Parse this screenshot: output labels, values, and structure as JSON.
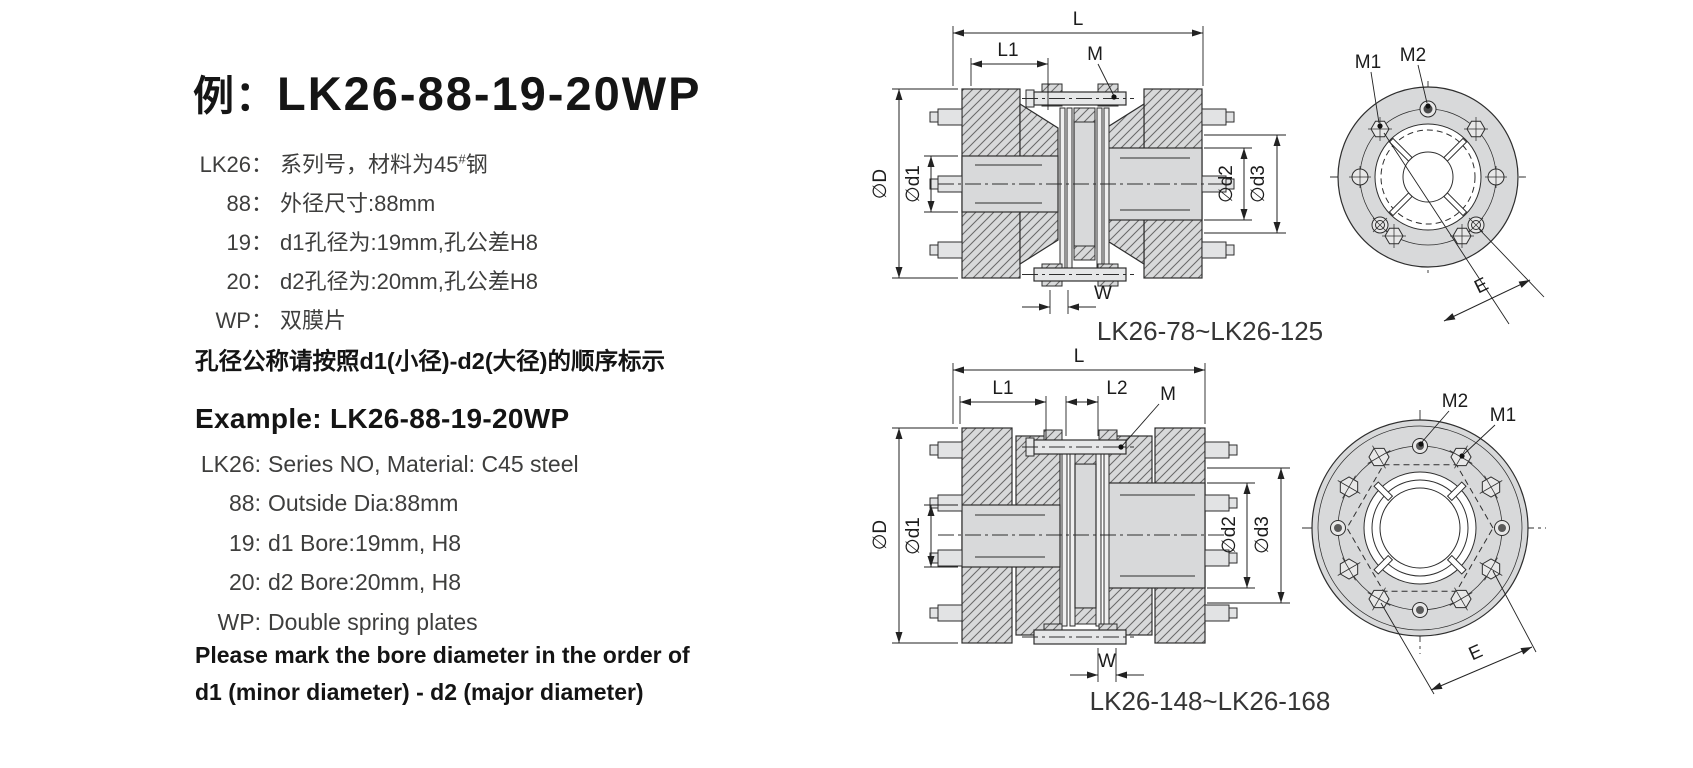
{
  "cn": {
    "title_prefix": "例：",
    "title_model": "LK26-88-19-20WP",
    "lines": [
      {
        "key": "LK26：",
        "desc_pre": "系列号，材料为45",
        "sup": "#",
        "desc_post": "钢"
      },
      {
        "key": "88：",
        "desc": "外径尺寸:88mm"
      },
      {
        "key": "19：",
        "desc": "d1孔径为:19mm,孔公差H8"
      },
      {
        "key": "20：",
        "desc": "d2孔径为:20mm,孔公差H8"
      },
      {
        "key": "WP：",
        "desc": "双膜片"
      }
    ],
    "note": "孔径公称请按照d1(小径)-d2(大径)的顺序标示"
  },
  "en": {
    "title": "Example: LK26-88-19-20WP",
    "lines": [
      {
        "key": "LK26:",
        "desc": "Series NO, Material: C45 steel"
      },
      {
        "key": "88:",
        "desc": "Outside Dia:88mm"
      },
      {
        "key": "19:",
        "desc": "d1 Bore:19mm, H8"
      },
      {
        "key": "20:",
        "desc": "d2 Bore:20mm, H8"
      },
      {
        "key": "WP:",
        "desc": "Double spring plates"
      }
    ],
    "note_line1": "Please mark the bore diameter in the order of",
    "note_line2": "d1 (minor diameter) - d2 (major diameter)"
  },
  "drawings": {
    "top": {
      "caption": "LK26-78~LK26-125",
      "dims": {
        "L": "L",
        "L1": "L1",
        "M": "M",
        "D": "∅D",
        "d1": "∅d1",
        "d2": "∅d2",
        "d3": "∅d3",
        "W": "W",
        "M1": "M1",
        "M2": "M2",
        "E": "E"
      }
    },
    "bottom": {
      "caption": "LK26-148~LK26-168",
      "dims": {
        "L": "L",
        "L1": "L1",
        "L2": "L2",
        "M": "M",
        "D": "∅D",
        "d1": "∅d1",
        "d2": "∅d2",
        "d3": "∅d3",
        "W": "W",
        "M1": "M1",
        "M2": "M2",
        "E": "E"
      }
    }
  }
}
